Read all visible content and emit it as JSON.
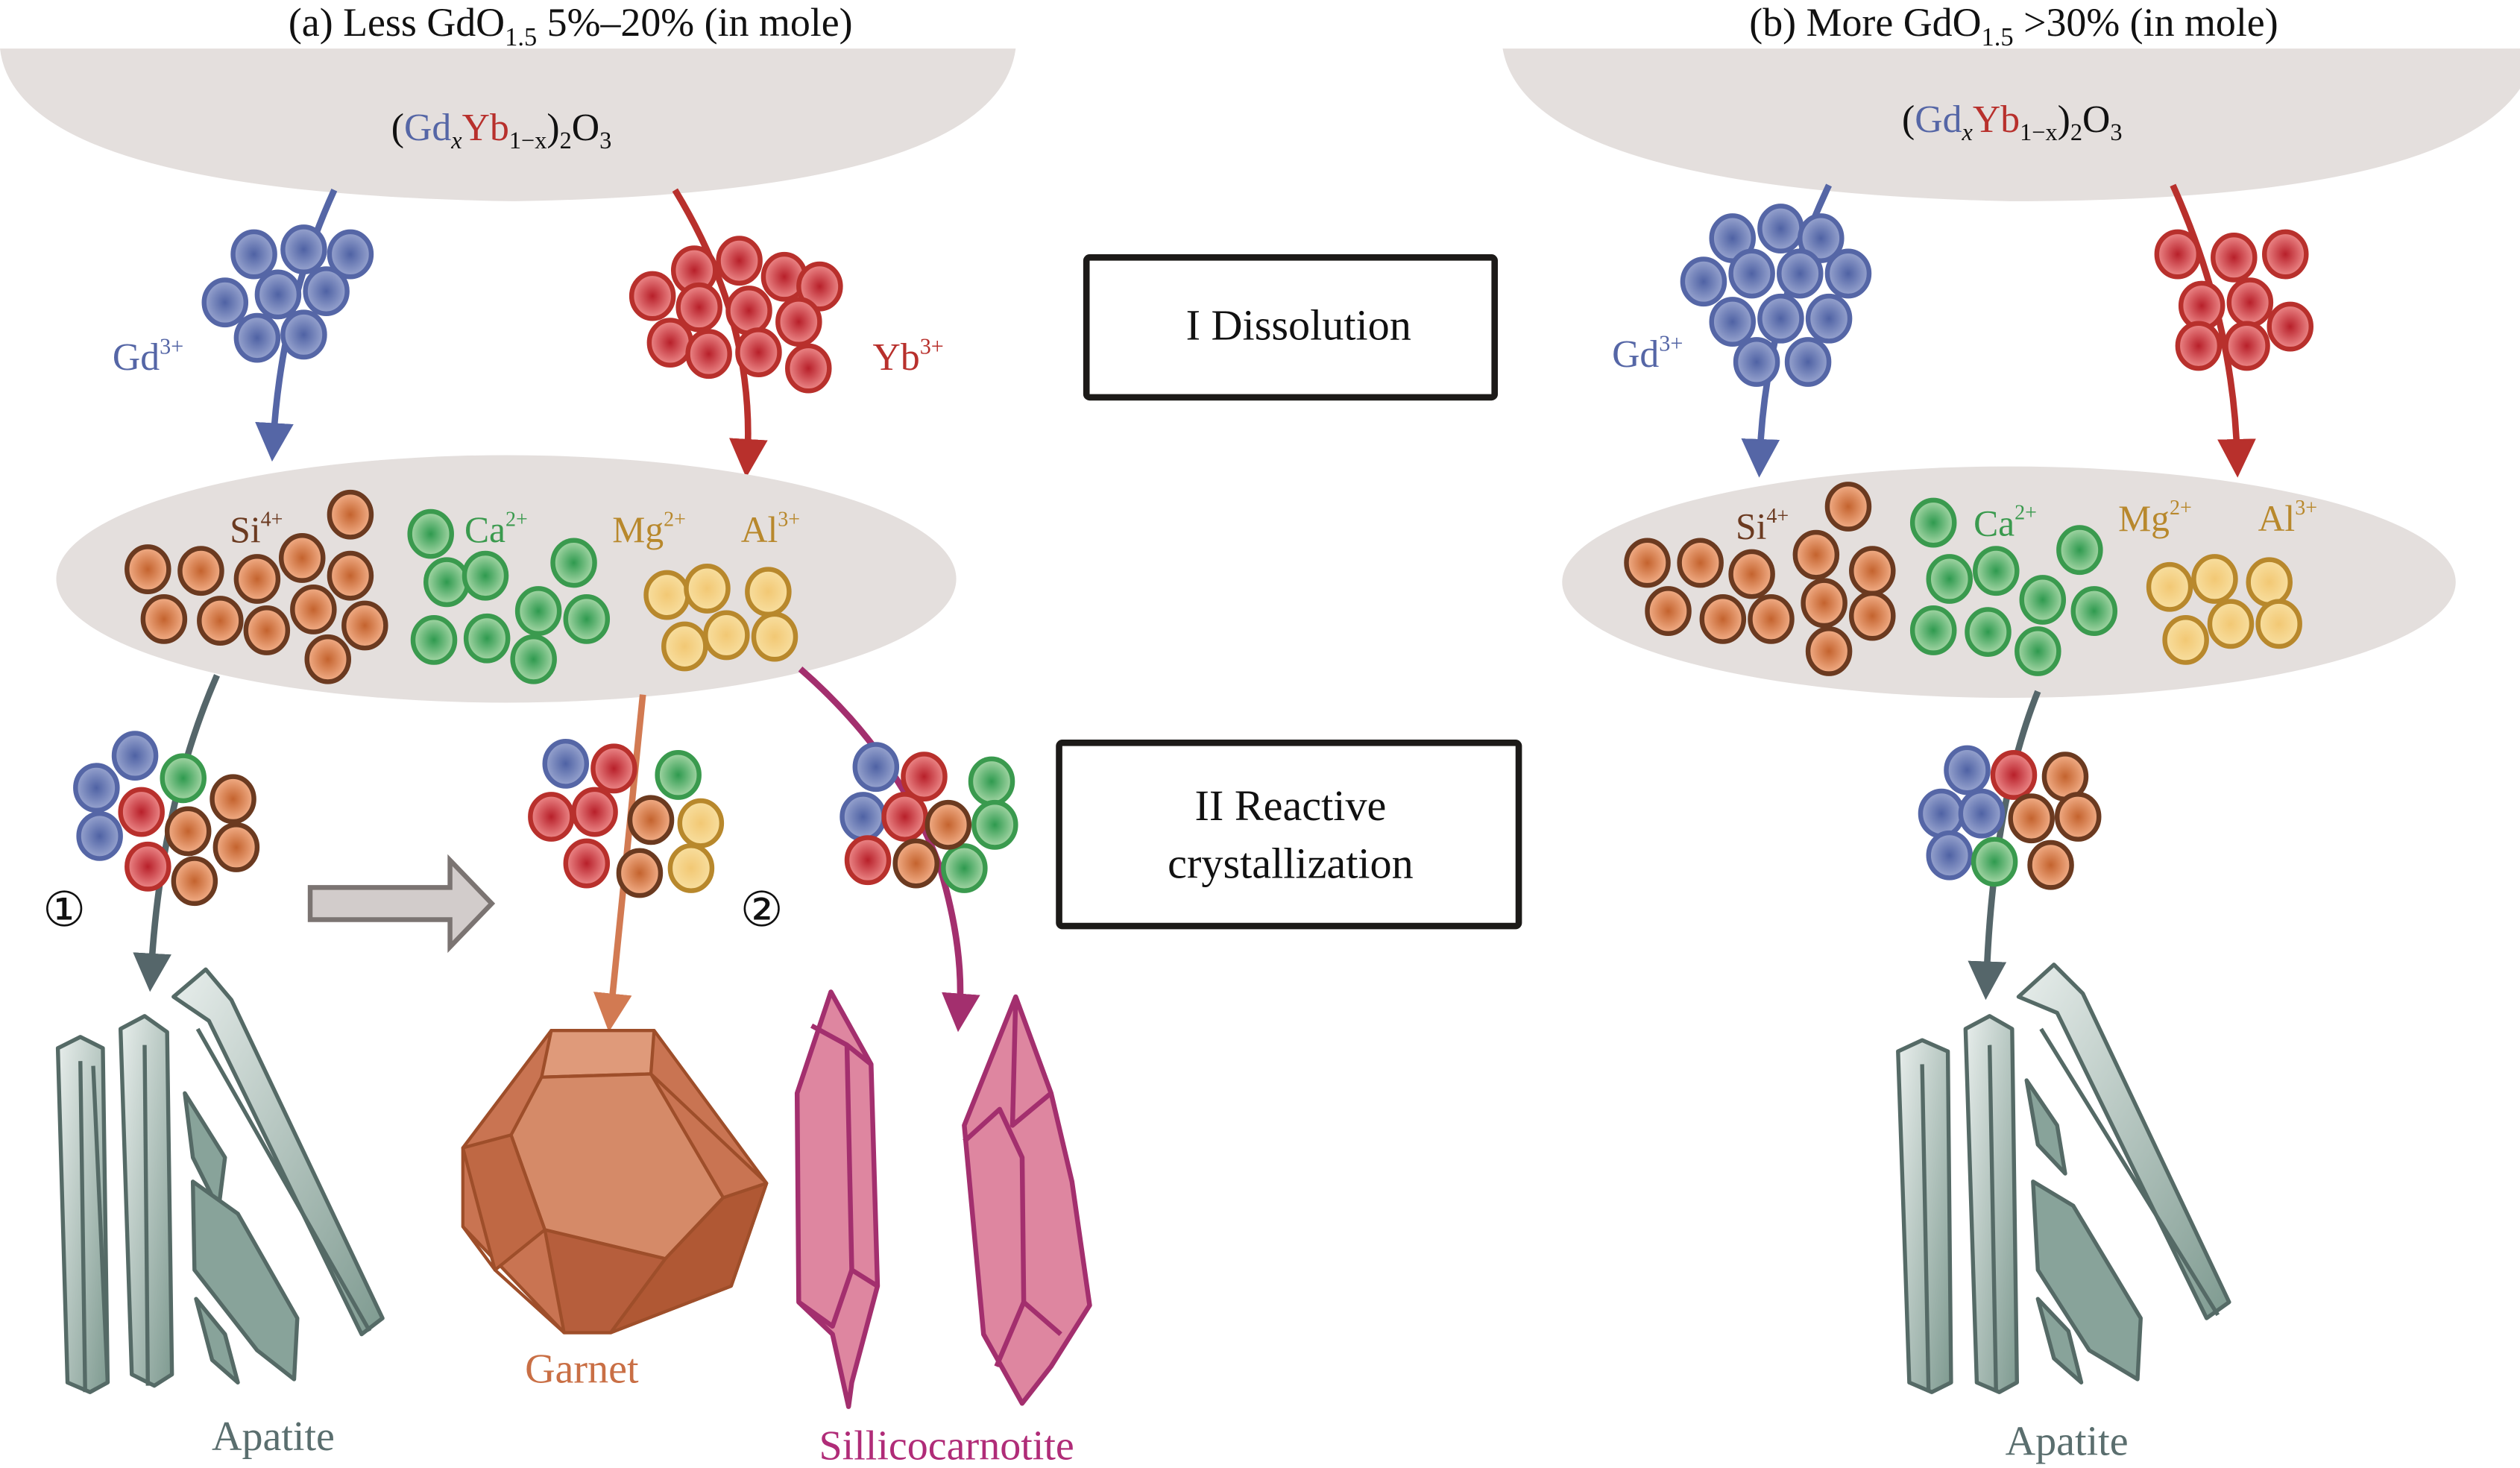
{
  "panels": [
    {
      "id": "a",
      "title_prefix": "(a) Less GdO",
      "title_sub": "1.5",
      "title_suffix": " 5%–20% (in mole)",
      "source_formula": {
        "open": "(",
        "gd": "Gd",
        "x": "x",
        "yb": "Yb",
        "one_minus_x": "1−x",
        "close": ")",
        "two": "2",
        "o": "O",
        "three": "3"
      },
      "gd_label": {
        "base": "Gd",
        "sup": "3+"
      },
      "yb_label": {
        "base": "Yb",
        "sup": "3+"
      },
      "melt_ions": [
        {
          "base": "Si",
          "sup": "4+",
          "color": "#6b3a20"
        },
        {
          "base": "Ca",
          "sup": "2+",
          "color": "#3a9a4e"
        },
        {
          "base": "Mg",
          "sup": "2+",
          "color": "#b8882c"
        },
        {
          "base": "Al",
          "sup": "3+",
          "color": "#b8882c"
        }
      ],
      "pathway_markers": [
        "①",
        "②"
      ],
      "products": [
        {
          "name": "Apatite",
          "color": "#5a6e6e"
        },
        {
          "name": "Garnet",
          "color": "#c96f45"
        },
        {
          "name": "Sillicocarnotite",
          "color": "#b02c78"
        }
      ]
    },
    {
      "id": "b",
      "title_prefix": "(b) More GdO",
      "title_sub": "1.5",
      "title_suffix": " >30% (in mole)",
      "source_formula": {
        "open": "(",
        "gd": "Gd",
        "x": "x",
        "yb": "Yb",
        "one_minus_x": "1−x",
        "close": ")",
        "two": "2",
        "o": "O",
        "three": "3"
      },
      "gd_label": {
        "base": "Gd",
        "sup": "3+"
      },
      "melt_ions": [
        {
          "base": "Si",
          "sup": "4+",
          "color": "#6b3a20"
        },
        {
          "base": "Ca",
          "sup": "2+",
          "color": "#3a9a4e"
        },
        {
          "base": "Mg",
          "sup": "2+",
          "color": "#b8882c"
        },
        {
          "base": "Al",
          "sup": "3+",
          "color": "#b8882c"
        }
      ],
      "products": [
        {
          "name": "Apatite",
          "color": "#5a6e6e"
        }
      ]
    }
  ],
  "stages": [
    {
      "label_lines": [
        "I Dissolution"
      ]
    },
    {
      "label_lines": [
        "II Reactive",
        "crystallization"
      ]
    }
  ],
  "colors": {
    "gd": "#5566a6",
    "yb": "#b8302c",
    "si": "#6b3a20",
    "ca": "#3a9a4e",
    "mg_al": "#b8882c",
    "apatite": "#5a6e6e",
    "garnet": "#c96f45",
    "sillicocarnotite": "#b02c78",
    "pool": "#e4dfdd"
  }
}
